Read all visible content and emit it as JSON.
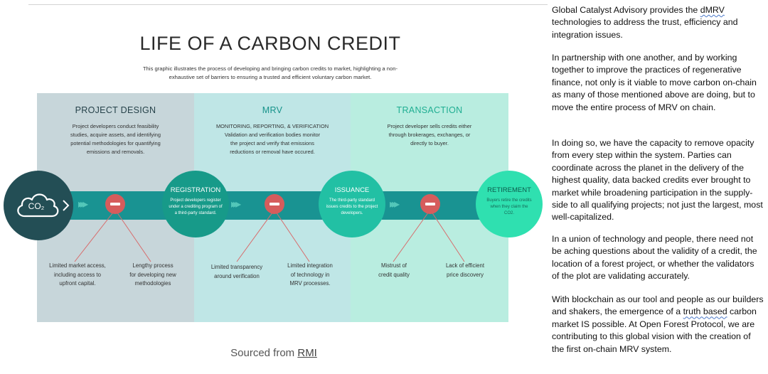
{
  "infographic": {
    "title": "LIFE OF A CARBON CREDIT",
    "subtitle_line1": "This graphic illustrates the process of developing and bringing carbon credits to market, highlighting a non-",
    "subtitle_line2": "exhaustive set of barriers to ensuring a trusted and efficient voluntary carbon market.",
    "columns": {
      "project_design": {
        "title": "PROJECT DESIGN",
        "desc": [
          "Project developers conduct feasibility",
          "studies, acquire assets, and identifying",
          "potential methodologies for quantifying",
          "emissions and removals."
        ]
      },
      "mrv": {
        "title": "MRV",
        "subtitle": "MONITORING, REPORTING, & VERIFICATION",
        "desc": [
          "Validation and verification bodies monitor",
          "the project and verify that emissions",
          "reductions or removal have occured."
        ]
      },
      "transaction": {
        "title": "TRANSACTION",
        "desc": [
          "Project developer sells credits either",
          "through brokerages, exchanges, or",
          "directly to buyer."
        ]
      }
    },
    "stages": {
      "co2": "CO₂",
      "registration": {
        "title": "REGISTRATION",
        "desc": "Project developers register under a crediting program of a third-party standard."
      },
      "issuance": {
        "title": "ISSUANCE",
        "desc": "The third-party standard issues credits to the project developers."
      },
      "retirement": {
        "title": "RETIREMENT",
        "desc": "Buyers retire the credits when they claim the CO2."
      }
    },
    "barriers": [
      [
        "Limited market access,",
        "including access to",
        "upfront capital."
      ],
      [
        "Lengthy process",
        "for developing new",
        "methodologies"
      ],
      [
        "Limited transparency",
        "around verification"
      ],
      [
        "Limited integration",
        "of technology in",
        "MRV processes."
      ],
      [
        "Mistrust of",
        "credit quality"
      ],
      [
        "Lack of efficient",
        "price discovery"
      ]
    ],
    "source_prefix": "Sourced from ",
    "source_link": "RMI"
  },
  "text_panel": {
    "p1_before": "Global Catalyst Advisory provides the ",
    "p1_term": "dMRV",
    "p1_after": " technologies to address the trust, efficiency and integration issues.",
    "p2": "In partnership with one another, and by working together to improve the practices of regenerative finance, not only is it viable to move carbon on-chain as many of those mentioned above are doing, but to move the entire process of MRV on chain.",
    "p3": "In doing so, we have the capacity to remove opacity from every step within the system. Parties can coordinate across the planet in the delivery of the highest quality, data backed credits ever brought to market while broadening participation in the supply-side to all qualifying projects; not just the largest, most well-capitalized.",
    "p4": "In a union of technology and people, there need not be aching questions about the validity of a credit, the location of a forest project, or whether the validators of the plot are validating accurately.",
    "p5_before": "With blockchain as our tool and people as our builders and shakers, the emergence of a ",
    "p5_term": "truth based",
    "p5_after": " carbon market IS possible. At Open Forest Protocol, we are contributing to this global vision with the creation of the first on-chain MRV system."
  },
  "colors": {
    "project_design_bg": "#c7d6da",
    "mrv_bg": "#bfe6e6",
    "transaction_bg": "#b9ede0",
    "band": "#199392",
    "co2_circle": "#234e55",
    "registration_circle": "#179a89",
    "issuance_circle": "#22c0a4",
    "retirement_circle": "#2fe0b0",
    "barrier_red": "#d65c5c"
  }
}
